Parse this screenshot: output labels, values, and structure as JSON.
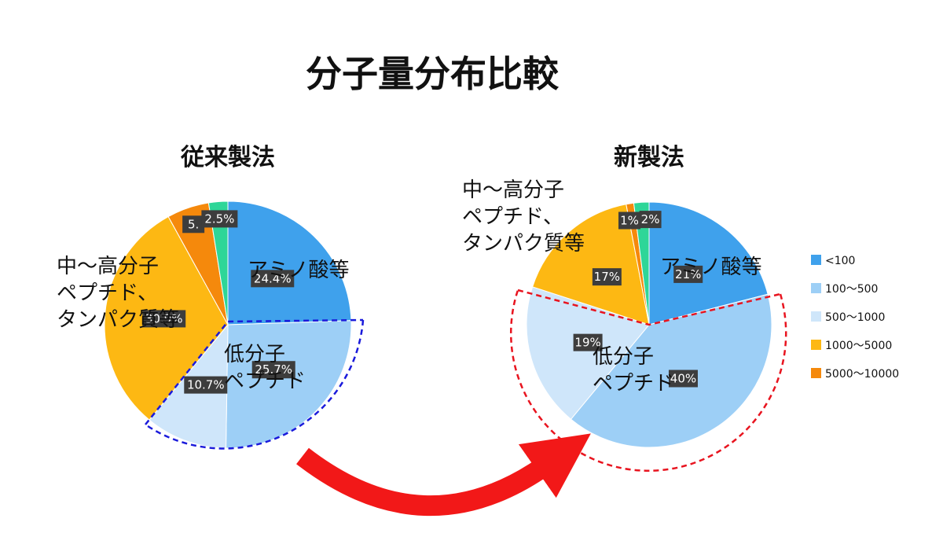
{
  "title": "分子量分布比較",
  "legend": [
    {
      "label": "<100",
      "color": "#3fa1ec"
    },
    {
      "label": "100〜500",
      "color": "#9dcff6"
    },
    {
      "label": "500〜1000",
      "color": "#cfe6fa"
    },
    {
      "label": "1000〜5000",
      "color": "#fdb813"
    },
    {
      "label": "5000〜10000",
      "color": "#f5890c"
    }
  ],
  "unlisted_color": "#2ed698",
  "annotations": {
    "amino": "アミノ酸等",
    "low_line1": "低分子",
    "low_line2": "ペプチド",
    "mid_line1": "中〜高分子",
    "mid_line2": "ペプチド、",
    "mid_line3": "タンパク質等"
  },
  "chart_data": [
    {
      "type": "pie",
      "title": "従来製法",
      "slices": [
        {
          "category": "<100",
          "value": 24.4,
          "label": "24.4%"
        },
        {
          "category": "100〜500",
          "value": 25.7,
          "label": "25.7%"
        },
        {
          "category": "500〜1000",
          "value": 10.7,
          "label": "10.7%"
        },
        {
          "category": "1000〜5000",
          "value": 30.9,
          "label": "30.9%"
        },
        {
          "category": "5000〜10000",
          "value": 5.5,
          "label": "5."
        },
        {
          "category": "unlisted",
          "value": 2.5,
          "label": "2.5%"
        }
      ]
    },
    {
      "type": "pie",
      "title": "新製法",
      "slices": [
        {
          "category": "<100",
          "value": 21,
          "label": "21%"
        },
        {
          "category": "100〜500",
          "value": 40,
          "label": "40%"
        },
        {
          "category": "500〜1000",
          "value": 19,
          "label": "19%"
        },
        {
          "category": "1000〜5000",
          "value": 17,
          "label": "17%"
        },
        {
          "category": "5000〜10000",
          "value": 1,
          "label": "1%"
        },
        {
          "category": "unlisted",
          "value": 2,
          "label": "2%"
        }
      ]
    }
  ]
}
